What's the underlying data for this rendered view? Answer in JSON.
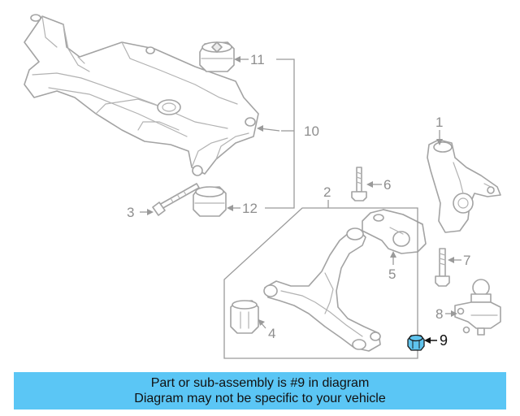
{
  "diagram": {
    "callouts": {
      "c1": "1",
      "c2": "2",
      "c3": "3",
      "c4": "4",
      "c5": "5",
      "c6": "6",
      "c7": "7",
      "c8": "8",
      "c9": "9",
      "c10": "10",
      "c11": "11",
      "c12": "12"
    },
    "highlighted_part": "9",
    "highlight_color": "#5fc4ee"
  },
  "banner": {
    "line1": "Part or sub-assembly is #9 in diagram",
    "line2": "Diagram may not be specific to your vehicle",
    "background": "#5bc6f5"
  }
}
